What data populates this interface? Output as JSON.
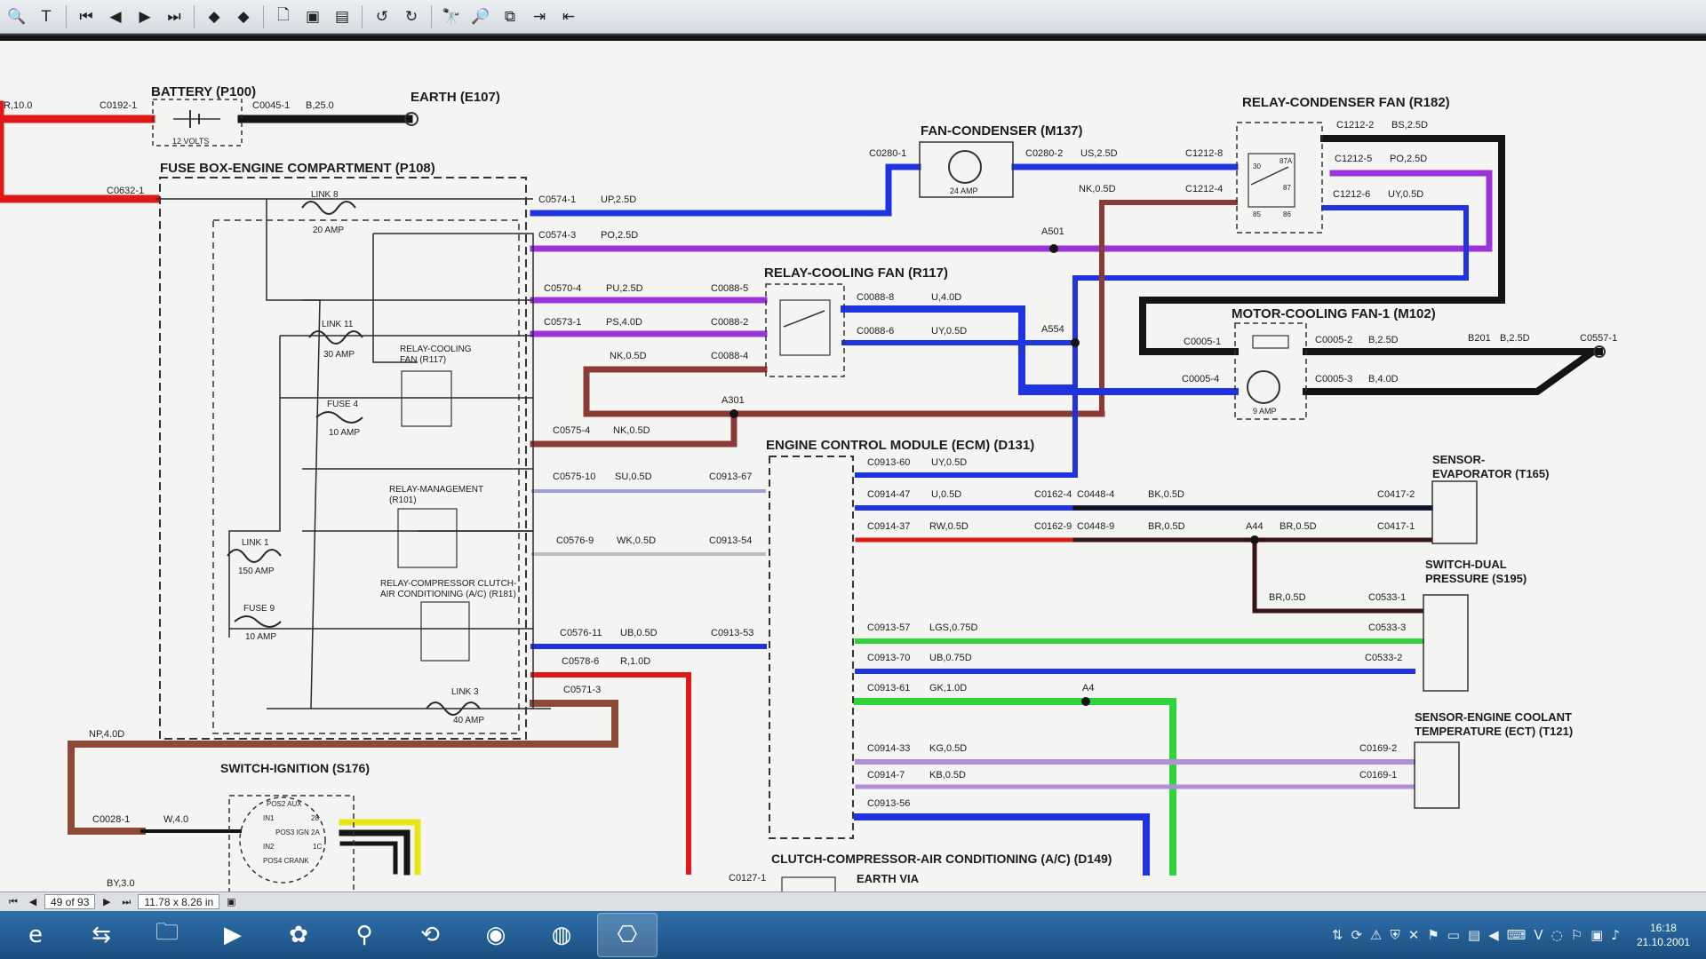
{
  "toolbar": {
    "buttons": [
      {
        "icon": "zoom-icon",
        "glyph": "🔍"
      },
      {
        "icon": "text-tool-icon",
        "glyph": "T"
      },
      {
        "icon": "first-page-icon",
        "glyph": "⏮"
      },
      {
        "icon": "previous-page-icon",
        "glyph": "◀"
      },
      {
        "icon": "next-page-icon",
        "glyph": "▶"
      },
      {
        "icon": "last-page-icon",
        "glyph": "⏭"
      },
      {
        "icon": "back-icon",
        "glyph": "◆"
      },
      {
        "icon": "forward-icon",
        "glyph": "◆"
      },
      {
        "icon": "page-icon",
        "glyph": "🗋"
      },
      {
        "icon": "page-fit-icon",
        "glyph": "▣"
      },
      {
        "icon": "page-width-icon",
        "glyph": "▤"
      },
      {
        "icon": "rotate-left-icon",
        "glyph": "↺"
      },
      {
        "icon": "rotate-right-icon",
        "glyph": "↻"
      },
      {
        "icon": "find-icon",
        "glyph": "🔭"
      },
      {
        "icon": "find-in-files-icon",
        "glyph": "🔎"
      },
      {
        "icon": "copy-icon",
        "glyph": "⧉"
      },
      {
        "icon": "export-icon",
        "glyph": "⇥"
      },
      {
        "icon": "import-icon",
        "glyph": "⇤"
      }
    ]
  },
  "diagram": {
    "components": {
      "battery": "BATTERY (P100)",
      "battery_volts": "12 VOLTS",
      "earth": "EARTH (E107)",
      "fuse_box": "FUSE BOX-ENGINE COMPARTMENT (P108)",
      "fan_condenser": "FAN-CONDENSER (M137)",
      "fan_condenser_amp": "24 AMP",
      "relay_condenser_fan": "RELAY-CONDENSER FAN (R182)",
      "relay_cooling_fan": "RELAY-COOLING FAN (R117)",
      "relay_cooling_fan_small_1": "RELAY-COOLING",
      "relay_cooling_fan_small_2": "FAN (R117)",
      "motor_cooling_fan": "MOTOR-COOLING FAN-1 (M102)",
      "motor_amp": "9 AMP",
      "ecm": "ENGINE CONTROL MODULE (ECM) (D131)",
      "sensor_evap_1": "SENSOR-",
      "sensor_evap_2": "EVAPORATOR (T165)",
      "switch_dual_1": "SWITCH-DUAL",
      "switch_dual_2": "PRESSURE (S195)",
      "sensor_ect_1": "SENSOR-ENGINE COOLANT",
      "sensor_ect_2": "TEMPERATURE (ECT) (T121)",
      "relay_management_1": "RELAY-MANAGEMENT",
      "relay_management_2": "(R101)",
      "relay_compressor_1": "RELAY-COMPRESSOR CLUTCH-",
      "relay_compressor_2": "AIR CONDITIONING (A/C) (R181)",
      "switch_ignition": "SWITCH-IGNITION (S176)",
      "clutch_compressor": "CLUTCH-COMPRESSOR-AIR CONDITIONING (A/C) (D149)",
      "earth_via": "EARTH VIA"
    },
    "fuses": {
      "link8": "LINK 8",
      "link8_amp": "20 AMP",
      "link11": "LINK 11",
      "link11_amp": "30 AMP",
      "fuse4": "FUSE 4",
      "fuse4_amp": "10 AMP",
      "link1": "LINK 1",
      "link1_amp": "150 AMP",
      "fuse9": "FUSE 9",
      "fuse9_amp": "10 AMP",
      "link3": "LINK 3",
      "link3_amp": "40 AMP"
    },
    "ignition_positions": {
      "pos2": "POS2 AUX",
      "in1": "IN1",
      "t28": "28",
      "pos3": "POS3 IGN 2A",
      "in2": "IN2",
      "t1c": "1C",
      "pos4": "POS4 CRANK"
    },
    "relay_pins": [
      "30",
      "87A",
      "87",
      "85",
      "86"
    ],
    "labels": {
      "r100": "R,10.0",
      "c0192": "C0192-1",
      "c0045": "C0045-1",
      "b25": "B,25.0",
      "c0632": "C0632-1",
      "c0574_1": "C0574-1",
      "up25": "UP,2.5D",
      "c0574_3": "C0574-3",
      "po25": "PO,2.5D",
      "a501": "A501",
      "c0280_1": "C0280-1",
      "c0280_2": "C0280-2",
      "us25": "US,2.5D",
      "c1212_8": "C1212-8",
      "nk05a": "NK,0.5D",
      "c1212_4": "C1212-4",
      "c1212_2": "C1212-2",
      "bs25": "BS,2.5D",
      "c1212_5": "C1212-5",
      "po25b": "PO,2.5D",
      "c1212_6": "C1212-6",
      "uy05a": "UY,0.5D",
      "c0570_4": "C0570-4",
      "pu25": "PU,2.5D",
      "c0088_5": "C0088-5",
      "c0088_8": "C0088-8",
      "u40": "U,4.0D",
      "c0573_1": "C0573-1",
      "ps40": "PS,4.0D",
      "c0088_2": "C0088-2",
      "c0088_6": "C0088-6",
      "uy05b": "UY,0.5D",
      "a554": "A554",
      "nk05b": "NK,0.5D",
      "c0088_4": "C0088-4",
      "a301": "A301",
      "c0005_1": "C0005-1",
      "c0005_2": "C0005-2",
      "b25b": "B,2.5D",
      "b201": "B201",
      "b25c": "B,2.5D",
      "c0557_1": "C0557-1",
      "c0005_4": "C0005-4",
      "c0005_3": "C0005-3",
      "b40": "B,4.0D",
      "c0575_4": "C0575-4",
      "nk05c": "NK,0.5D",
      "c0575_10": "C0575-10",
      "su05": "SU,0.5D",
      "c0913_67": "C0913-67",
      "c0913_60": "C0913-60",
      "uy05c": "UY,0.5D",
      "c0914_47": "C0914-47",
      "u05": "U,0.5D",
      "c0162_4": "C0162-4",
      "c0448_4": "C0448-4",
      "bk05": "BK,0.5D",
      "c0417_2": "C0417-2",
      "c0914_37": "C0914-37",
      "rw05": "RW,0.5D",
      "c0162_9": "C0162-9",
      "c0448_9": "C0448-9",
      "br05a": "BR,0.5D",
      "a44": "A44",
      "br05b": "BR,0.5D",
      "c0417_1": "C0417-1",
      "c0576_9": "C0576-9",
      "wk05": "WK,0.5D",
      "c0913_54": "C0913-54",
      "br05c": "BR,0.5D",
      "c0533_1": "C0533-1",
      "c0913_57": "C0913-57",
      "lgs075": "LGS,0.75D",
      "c0533_3": "C0533-3",
      "c0576_11": "C0576-11",
      "ub05": "UB,0.5D",
      "c0913_53": "C0913-53",
      "c0913_70": "C0913-70",
      "ub075": "UB,0.75D",
      "c0533_2": "C0533-2",
      "c0578_6": "C0578-6",
      "r10": "R,1.0D",
      "c0913_61": "C0913-61",
      "gk10": "GK,1.0D",
      "a4": "A4",
      "c0571_3": "C0571-3",
      "np40": "NP,4.0D",
      "c0914_33": "C0914-33",
      "kg05": "KG,0.5D",
      "c0169_2": "C0169-2",
      "c0914_7": "C0914-7",
      "kb05": "KB,0.5D",
      "c0169_1": "C0169-1",
      "c0913_56": "C0913-56",
      "c0028_1": "C0028-1",
      "w40": "W,4.0",
      "by30": "BY,3.0",
      "c0127_1": "C0127-1"
    }
  },
  "statusbar": {
    "page": "49 of 93",
    "size": "11.78 x 8.26 in"
  },
  "taskbar": {
    "apps": [
      {
        "icon": "internet-explorer-icon",
        "glyph": "e"
      },
      {
        "icon": "teamviewer-icon",
        "glyph": "⇆"
      },
      {
        "icon": "file-explorer-icon",
        "glyph": "🗀"
      },
      {
        "icon": "media-player-icon",
        "glyph": "▶"
      },
      {
        "icon": "paint-icon",
        "glyph": "✿"
      },
      {
        "icon": "maps-icon",
        "glyph": "⚲"
      },
      {
        "icon": "sync-icon",
        "glyph": "⟲"
      },
      {
        "icon": "chrome-icon",
        "glyph": "◉"
      },
      {
        "icon": "media-center-icon",
        "glyph": "◍"
      },
      {
        "icon": "pdf-reader-icon",
        "glyph": "⎔"
      }
    ],
    "tray_icons": [
      {
        "icon": "network-icon",
        "glyph": "⇅"
      },
      {
        "icon": "sync-tray-icon",
        "glyph": "⟳"
      },
      {
        "icon": "warning-icon",
        "glyph": "⚠"
      },
      {
        "icon": "security-icon",
        "glyph": "⛨"
      },
      {
        "icon": "close-tray-icon",
        "glyph": "✕"
      },
      {
        "icon": "language-icon",
        "glyph": "⚑"
      },
      {
        "icon": "battery-icon",
        "glyph": "▭"
      },
      {
        "icon": "display-icon",
        "glyph": "▤"
      },
      {
        "icon": "volume-icon",
        "glyph": "◀"
      },
      {
        "icon": "keyboard-icon",
        "glyph": "⌨"
      },
      {
        "icon": "vendor-icon",
        "glyph": "V"
      },
      {
        "icon": "chat-icon",
        "glyph": "◌"
      },
      {
        "icon": "flag-icon",
        "glyph": "⚐"
      },
      {
        "icon": "monitor-icon",
        "glyph": "▣"
      },
      {
        "icon": "speaker-icon",
        "glyph": "♪"
      }
    ],
    "clock_time": "16:18",
    "clock_date": "21.10.2001"
  },
  "colors": {
    "red": "#e01818",
    "black": "#141414",
    "blue": "#1f33e0",
    "purple": "#9b34d8",
    "brown": "#8c4a36",
    "green": "#2fd43a",
    "lilac": "#b08ed8",
    "yellow": "#e6e619"
  }
}
